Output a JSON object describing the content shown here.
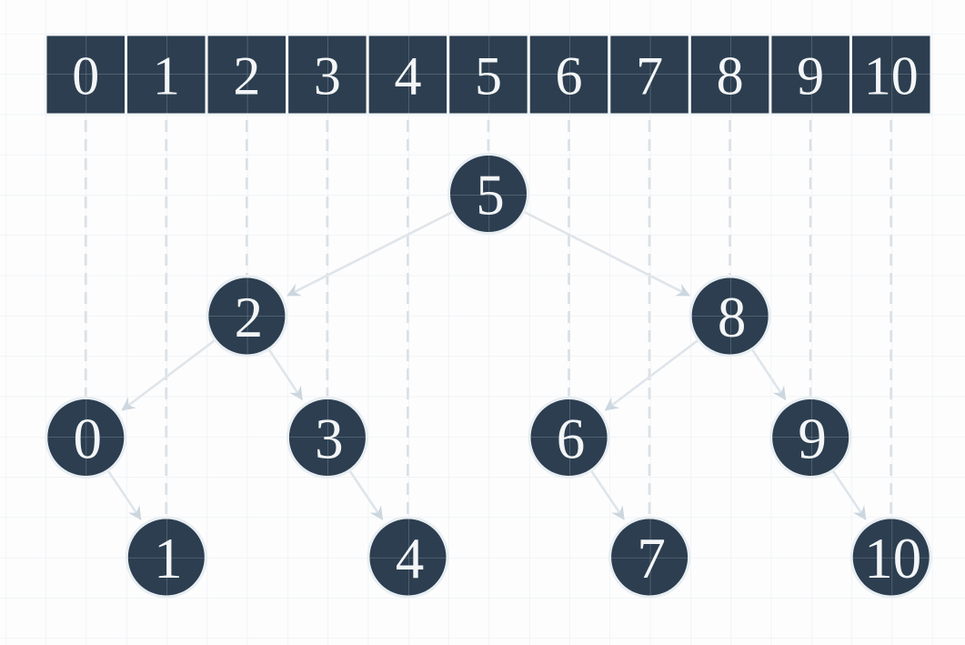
{
  "diagram": {
    "type": "binary-search-tree-from-sorted-array",
    "array": {
      "cells": [
        "0",
        "1",
        "2",
        "3",
        "4",
        "5",
        "6",
        "7",
        "8",
        "9",
        "10"
      ]
    },
    "tree": {
      "nodes": [
        {
          "value": "5",
          "col": 5,
          "level": 0
        },
        {
          "value": "2",
          "col": 2,
          "level": 1
        },
        {
          "value": "8",
          "col": 8,
          "level": 1
        },
        {
          "value": "0",
          "col": 0,
          "level": 2
        },
        {
          "value": "3",
          "col": 3,
          "level": 2
        },
        {
          "value": "6",
          "col": 6,
          "level": 2
        },
        {
          "value": "9",
          "col": 9,
          "level": 2
        },
        {
          "value": "1",
          "col": 1,
          "level": 3
        },
        {
          "value": "4",
          "col": 4,
          "level": 3
        },
        {
          "value": "7",
          "col": 7,
          "level": 3
        },
        {
          "value": "10",
          "col": 10,
          "level": 3
        }
      ],
      "edges": [
        [
          "5",
          "2"
        ],
        [
          "5",
          "8"
        ],
        [
          "2",
          "0"
        ],
        [
          "2",
          "3"
        ],
        [
          "8",
          "6"
        ],
        [
          "8",
          "9"
        ],
        [
          "0",
          "1"
        ],
        [
          "3",
          "4"
        ],
        [
          "6",
          "7"
        ],
        [
          "9",
          "10"
        ]
      ]
    },
    "colors": {
      "background": "#fdfdfe",
      "grid": "#e9edf0",
      "guide": "#d9e0e6",
      "edge": "#dfe5ea",
      "arrow": "#ccd6de",
      "node_fill": "#2c3e50",
      "node_ring": "#e8eef2",
      "cell_border": "#f4f7f9",
      "text": "#f3f5f6"
    }
  }
}
